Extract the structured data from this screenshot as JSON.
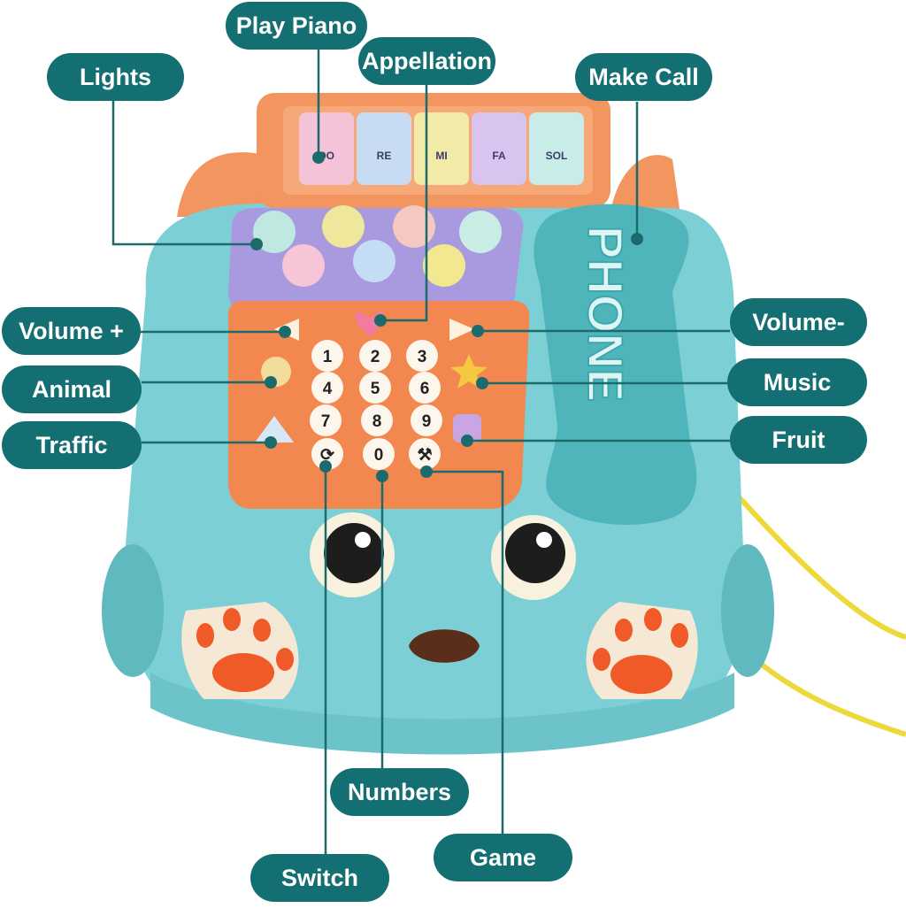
{
  "callouts": {
    "play_piano": "Play Piano",
    "appellation": "Appellation",
    "lights": "Lights",
    "make_call": "Make Call",
    "volume_up": "Volume +",
    "volume_down": "Volume-",
    "animal": "Animal",
    "music": "Music",
    "traffic": "Traffic",
    "fruit": "Fruit",
    "numbers": "Numbers",
    "game": "Game",
    "switch": "Switch"
  },
  "piano_keys": [
    "DO",
    "RE",
    "MI",
    "FA",
    "SOL"
  ],
  "keypad_digits": [
    "1",
    "2",
    "3",
    "4",
    "5",
    "6",
    "7",
    "8",
    "9",
    "0"
  ],
  "handset_text": "PHONE",
  "colors": {
    "callout": "#136f72",
    "leader_line": "#1b6b6d",
    "toy_body": "#7ccfd4",
    "keypad": "#f2874f",
    "lights_panel": "#a99ae0",
    "cord": "#ecd93a"
  }
}
